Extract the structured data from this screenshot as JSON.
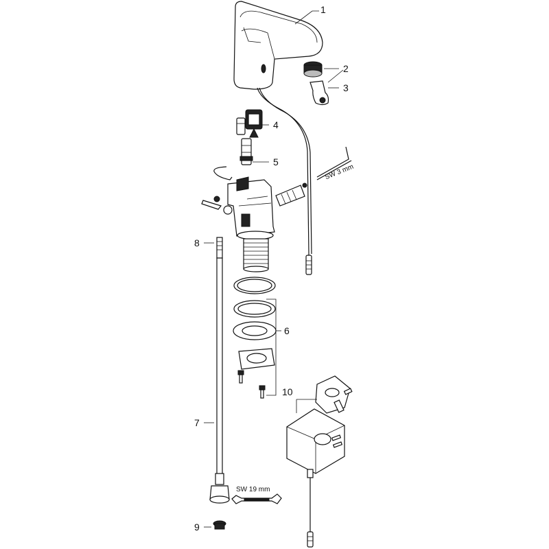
{
  "callouts": {
    "c1": "1",
    "c2": "2",
    "c3": "3",
    "c4": "4",
    "c5": "5",
    "c6": "6",
    "c7": "7",
    "c8": "8",
    "c9": "9",
    "c10": "10"
  },
  "tools": {
    "hex_key": "SW 3 mm",
    "wrench": "SW 19 mm"
  }
}
